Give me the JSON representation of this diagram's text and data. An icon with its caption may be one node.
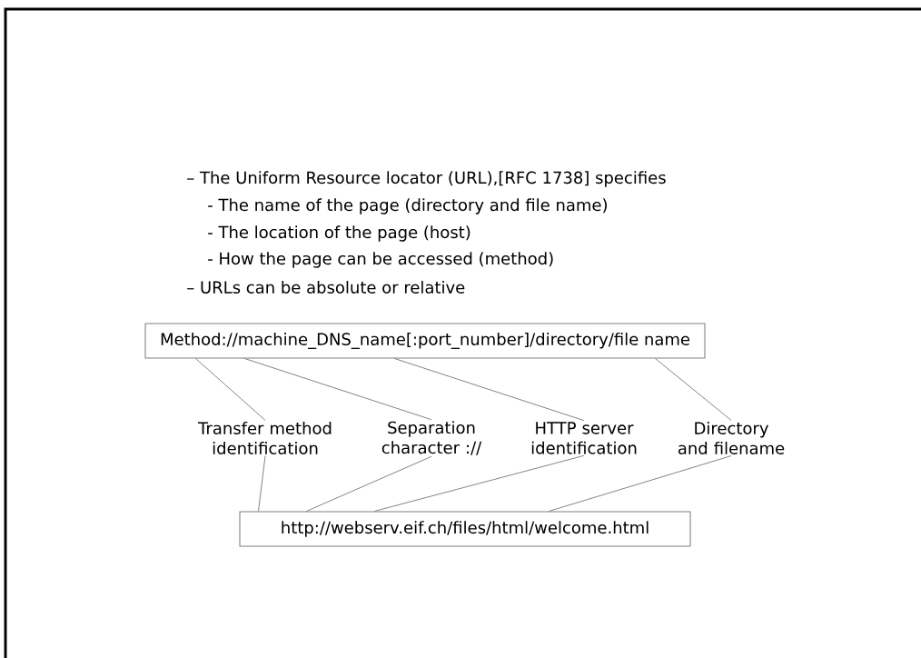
{
  "diagram": {
    "nodes": [
      {
        "text": [
          "Method://machine_DNS_name[:port_number]/directory/file name"
        ]
      },
      {
        "text": [
          "Transfer method identification"
        ]
      },
      {
        "text": [
          "Separation character ://"
        ]
      },
      {
        "text": [
          "HTTP server identification"
        ]
      },
      {
        "text": [
          "Directory and filename"
        ]
      },
      {
        "text": [
          "http://webserv.eif.ch/files/html/welcome.html"
        ]
      }
    ],
    "edges": [
      {
        "from": 1,
        "to": 0,
        "arrow": "none"
      },
      {
        "from": 2,
        "to": 0,
        "arrow": "none"
      },
      {
        "from": 3,
        "to": 0,
        "arrow": "none"
      },
      {
        "from": 4,
        "to": 0,
        "arrow": "none"
      },
      {
        "from": 1,
        "to": 5,
        "arrow": "none"
      },
      {
        "from": 2,
        "to": 5,
        "arrow": "none"
      },
      {
        "from": 3,
        "to": 5,
        "arrow": "none"
      },
      {
        "from": 4,
        "to": 5,
        "arrow": "none"
      }
    ],
    "labels": [
      "– The Uniform Resource locator (URL),[RFC 1738] specifies",
      "- The name of the page (directory and file name)",
      "- The location of the page (host)",
      "- How the page can be accessed (method)",
      "– URLs can be absolute or relative"
    ]
  }
}
